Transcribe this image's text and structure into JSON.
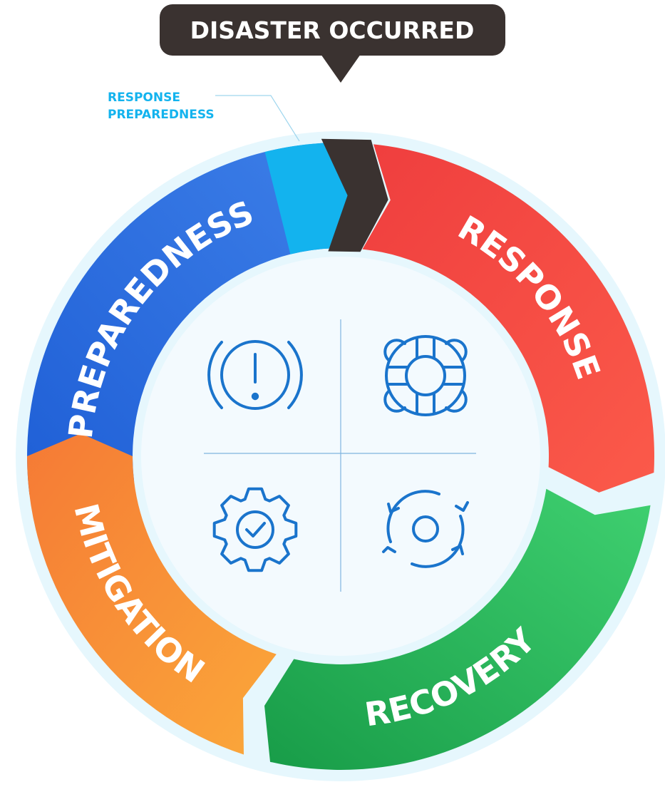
{
  "callout": {
    "label": "DISASTER OCCURRED"
  },
  "annotation": {
    "line1": "RESPONSE",
    "line2": "PREPAREDNESS"
  },
  "phases": [
    {
      "label": "PREPAREDNESS",
      "color": "#2f6ee0"
    },
    {
      "label": "RESPONSE",
      "color": "#f34a45"
    },
    {
      "label": "RECOVERY",
      "color": "#27b659"
    },
    {
      "label": "MITIGATION",
      "color": "#f7933a"
    }
  ],
  "colors": {
    "halo": "#e6f7fd",
    "center_bg": "#f3fafe",
    "icon": "#1a74cc",
    "accent": "#13b3ee",
    "callout_bg": "#3a3230"
  },
  "icons": [
    "alert-icon",
    "lifebuoy-icon",
    "gear-check-icon",
    "refresh-icon"
  ]
}
